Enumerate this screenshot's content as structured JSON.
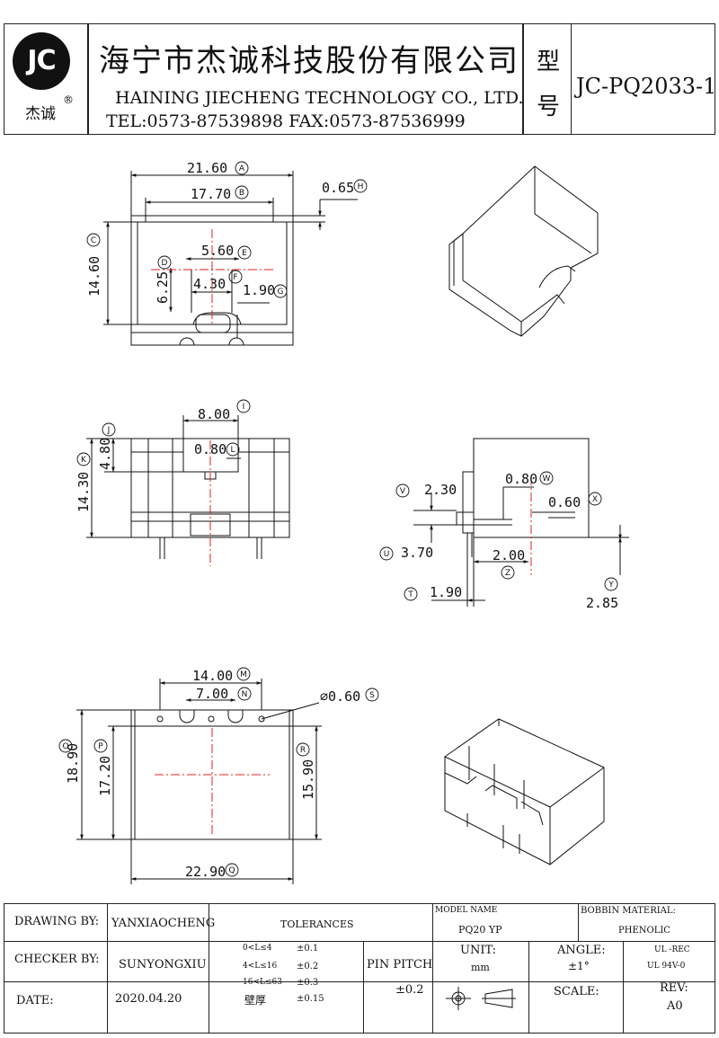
{
  "header": {
    "logo_text": "JC",
    "logo_sub": "杰诚",
    "registered_mark": "®",
    "company_cn": "海宁市杰诚科技股份有限公司",
    "company_en": "HAINING JIECHENG TECHNOLOGY CO., LTD.",
    "contact": "TEL:0573-87539898  FAX:0573-87536999",
    "type_label_1": "型",
    "type_label_2": "号",
    "model_code": "JC-PQ2033-1"
  },
  "dimensions": {
    "A": "21.60",
    "B": "17.70",
    "H": "0.65",
    "C": "14.60",
    "E": "5.60",
    "D": "6.25",
    "F": "4.30",
    "G": "1.90",
    "I": "8.00",
    "J": "4.80",
    "L": "0.80",
    "K": "14.30",
    "V": "2.30",
    "W": "0.80",
    "X": "0.60",
    "U": "3.70",
    "Z": "2.00",
    "T": "1.90",
    "Y": "2.85",
    "M": "14.00",
    "N": "7.00",
    "S": "⌀0.60",
    "O": "18.90",
    "P": "17.20",
    "R": "15.90",
    "Q": "22.90"
  },
  "title_block": {
    "drawing_by_label": "DRAWING  BY:",
    "drawing_by": "YANXIAOCHENG",
    "tolerances_label": "TOLERANCES",
    "model_name_label": "MODEL NAME",
    "model_name": "PQ20 YP",
    "bobbin_material_label": "BOBBIN MATERIAL:",
    "bobbin_material": "PHENOLIC",
    "checker_by_label": "CHECKER  BY:",
    "checker_by": "SUNYONGXIU",
    "tol_1_range": "0<L≤4",
    "tol_1": "±0.1",
    "tol_2_range": "4<L≤16",
    "tol_2": "±0.2",
    "tol_3_range": "16<L≤63",
    "tol_3": "±0.3",
    "tol_4_range": "壁厚",
    "tol_4": "±0.15",
    "pin_pitch_label": "PIN PITCH",
    "pin_pitch": "±0.2",
    "unit_label": "UNIT:",
    "unit": "mm",
    "angle_label": "ANGLE:",
    "angle": "±1°",
    "ul_1": "UL -REC",
    "ul_2": "UL  94V-0",
    "date_label": "DATE:",
    "date": "2020.04.20",
    "scale_label": "SCALE:",
    "rev_label": "REV:",
    "rev": "A0"
  },
  "colors": {
    "line": "#111111",
    "center_line": "#e02020"
  }
}
